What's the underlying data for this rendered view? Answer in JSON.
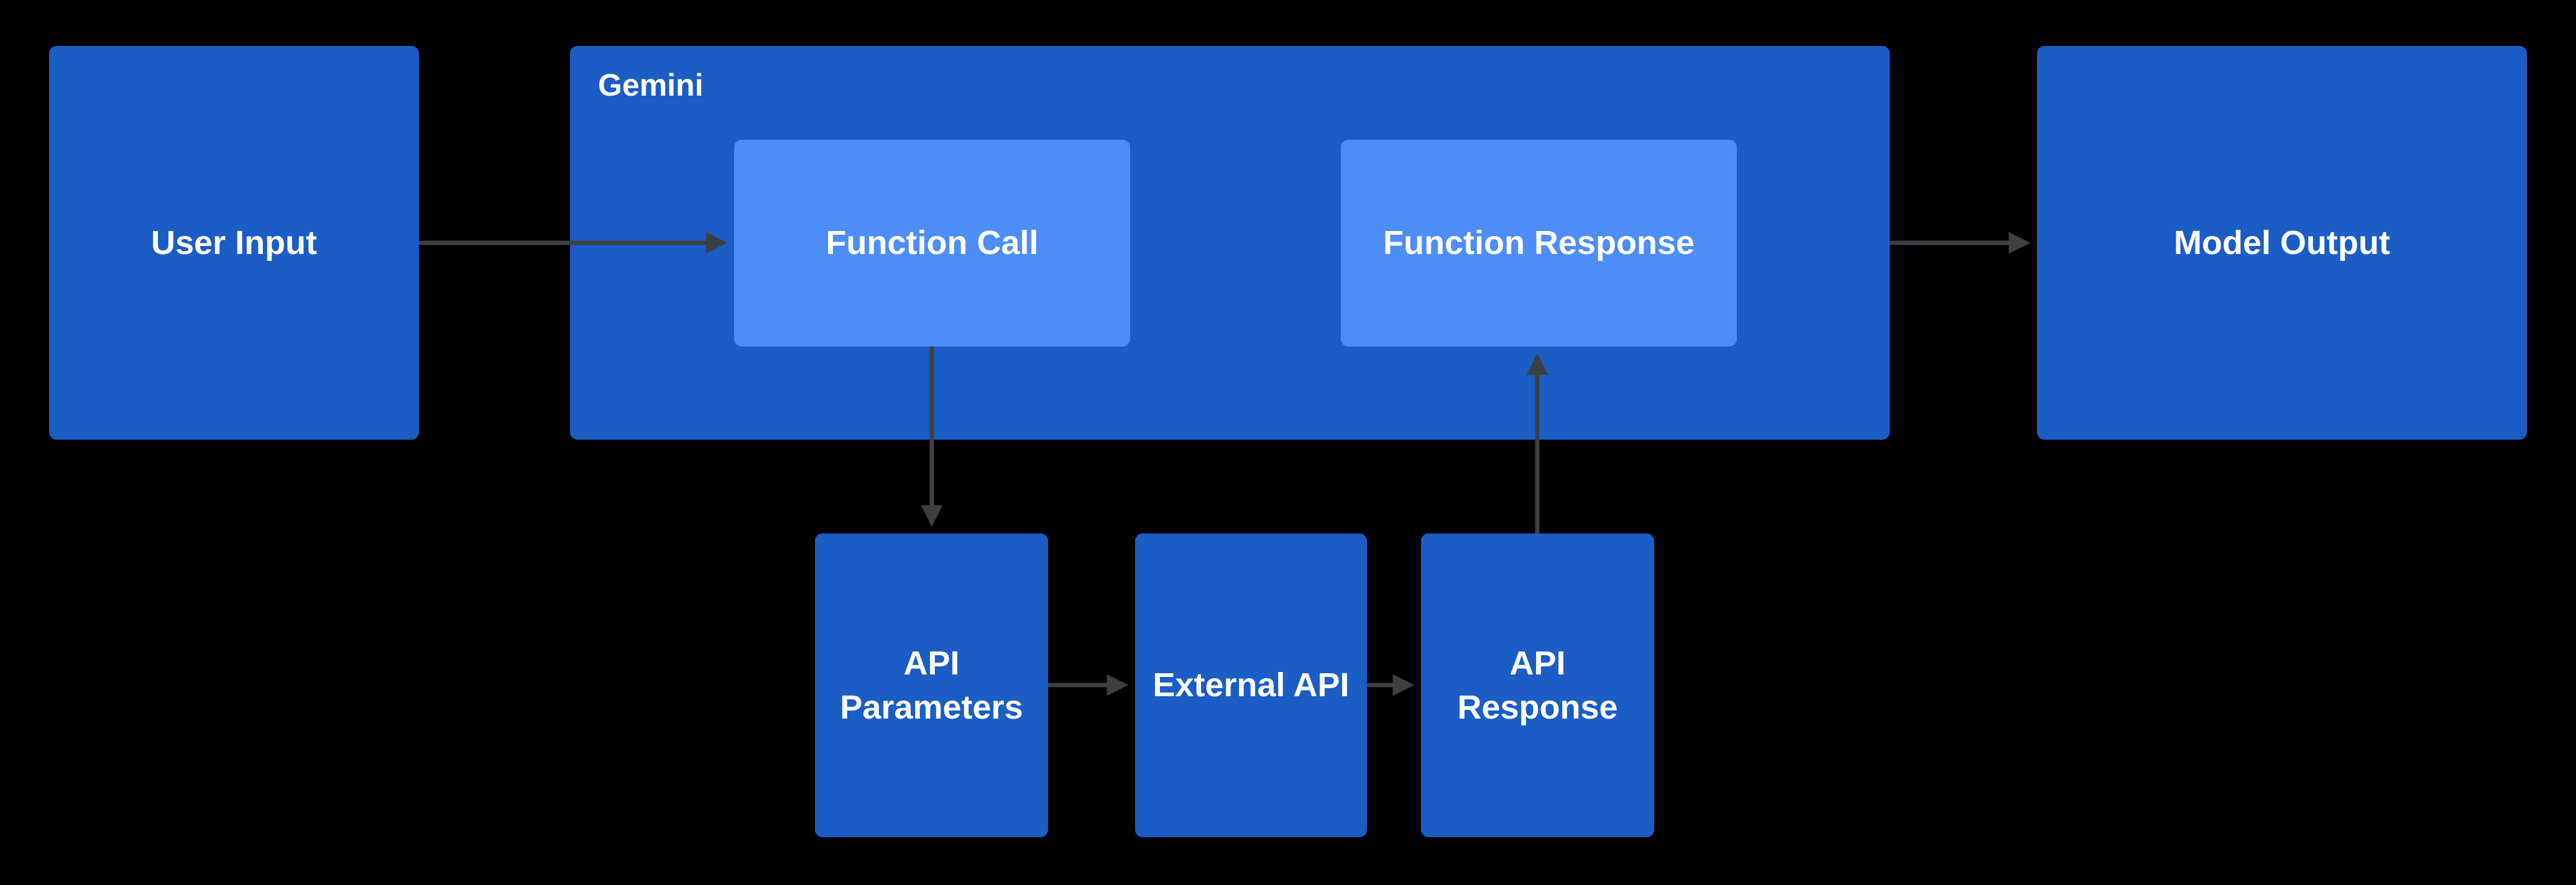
{
  "canvas": {
    "background": "#000000"
  },
  "colors": {
    "node_blue": "#1a5dc4",
    "node_light_blue": "#4d8df6",
    "arrow": "#3d4043",
    "text": "#ffffff"
  },
  "diagram": {
    "nodes": {
      "user_input": {
        "label": "User Input"
      },
      "gemini": {
        "label": "Gemini"
      },
      "function_call": {
        "label": "Function Call"
      },
      "function_response": {
        "label": "Function Response"
      },
      "model_output": {
        "label": "Model Output"
      },
      "api_parameters": {
        "label": "API Parameters"
      },
      "external_api": {
        "label": "External API"
      },
      "api_response": {
        "label": "API Response"
      }
    },
    "edges": [
      {
        "from": "user_input",
        "to": "function_call"
      },
      {
        "from": "function_call",
        "to": "api_parameters"
      },
      {
        "from": "api_parameters",
        "to": "external_api"
      },
      {
        "from": "external_api",
        "to": "api_response"
      },
      {
        "from": "api_response",
        "to": "function_response"
      },
      {
        "from": "gemini",
        "to": "model_output"
      }
    ]
  }
}
